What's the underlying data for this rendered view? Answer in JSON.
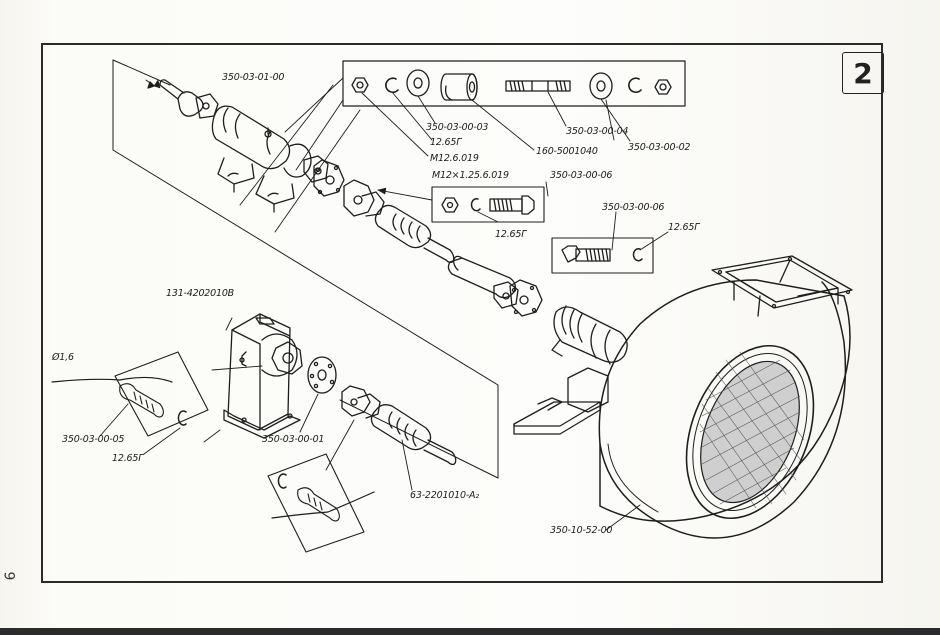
{
  "figure_number": "2",
  "page_number": "9",
  "callouts": [
    {
      "id": "shaft-assembly",
      "text": "350-03-01-00"
    },
    {
      "id": "washer-a",
      "text": "350-03-00-03"
    },
    {
      "id": "washer-spring-a",
      "text": "12.65Г"
    },
    {
      "id": "nut-a",
      "text": "М12.6.019"
    },
    {
      "id": "bushing",
      "text": "160-5001040"
    },
    {
      "id": "stud",
      "text": "350-03-00-04"
    },
    {
      "id": "washer-b",
      "text": "350-03-00-02"
    },
    {
      "id": "nut-b",
      "text": "М12×1.25.6.019"
    },
    {
      "id": "bolt-a",
      "text": "350-03-00-06"
    },
    {
      "id": "washer-spring-b",
      "text": "12.65Г"
    },
    {
      "id": "bolt-b",
      "text": "350-03-00-06"
    },
    {
      "id": "washer-spring-c",
      "text": "12.65Г"
    },
    {
      "id": "gearbox",
      "text": "131-4202010В"
    },
    {
      "id": "wire",
      "text": "Ø1,6"
    },
    {
      "id": "pin",
      "text": "350-03-00-05"
    },
    {
      "id": "washer-spring-d",
      "text": "12.65Г"
    },
    {
      "id": "flange-disc",
      "text": "350-03-00-01"
    },
    {
      "id": "cardan-shaft",
      "text": "63-2201010-А₂"
    },
    {
      "id": "blower",
      "text": "350-10-52-00"
    }
  ]
}
